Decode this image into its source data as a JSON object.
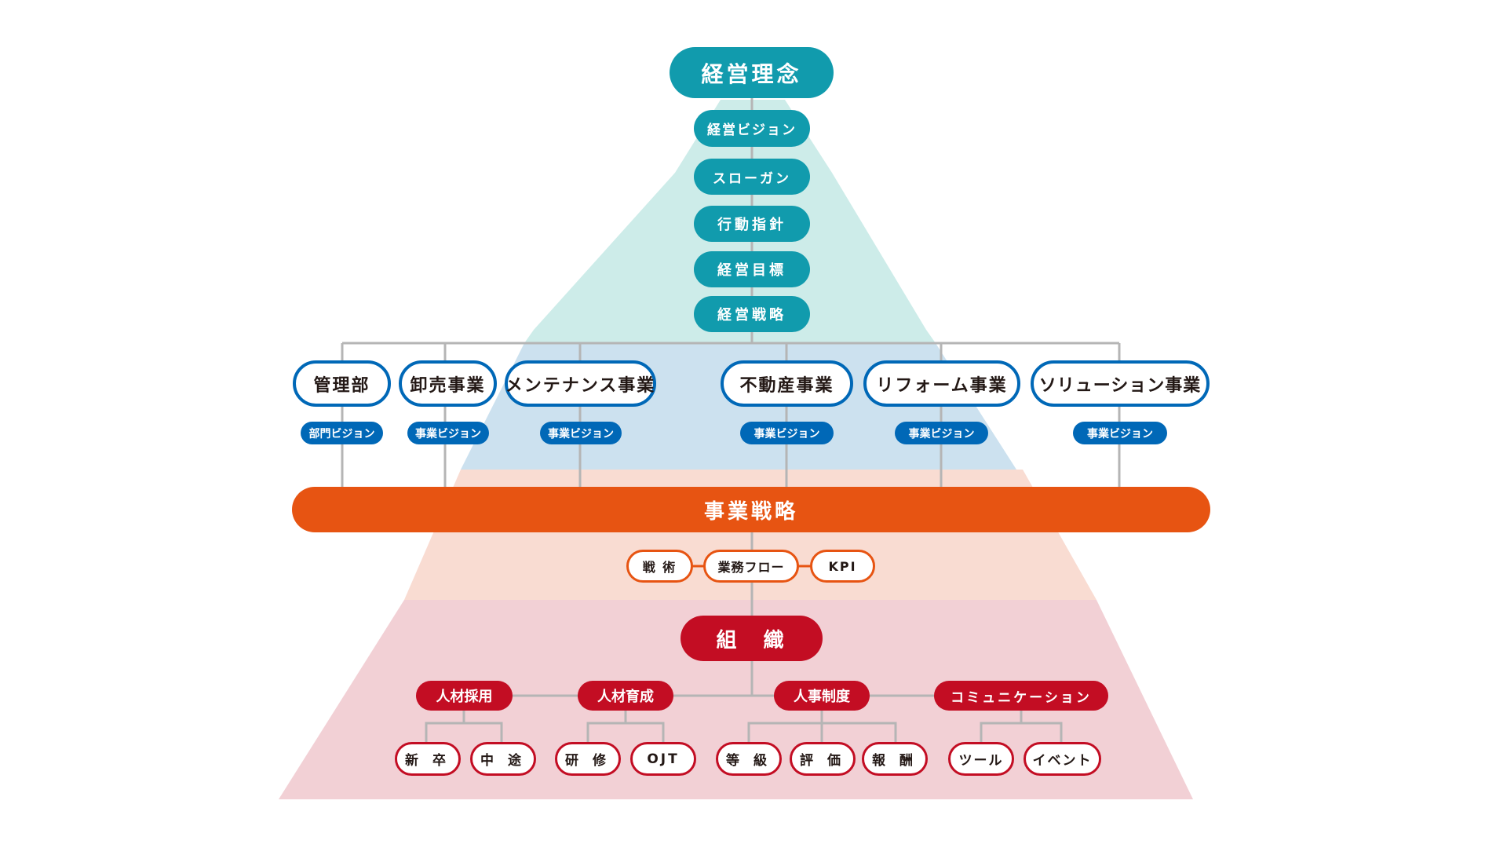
{
  "philosophy": "経営理念",
  "top_items": [
    "経営ビジョン",
    "スローガン",
    "行動指針",
    "経営目標",
    "経営戦略"
  ],
  "departments": [
    {
      "name": "管理部",
      "vision": "部門ビジョン"
    },
    {
      "name": "卸売事業",
      "vision": "事業ビジョン"
    },
    {
      "name": "メンテナンス事業",
      "vision": "事業ビジョン"
    },
    {
      "name": "不動産事業",
      "vision": "事業ビジョン"
    },
    {
      "name": "リフォーム事業",
      "vision": "事業ビジョン"
    },
    {
      "name": "ソリューション事業",
      "vision": "事業ビジョン"
    }
  ],
  "business_strategy": "事業戦略",
  "tactics": [
    "戦 術",
    "業務フロー",
    "KPI"
  ],
  "organization": "組　織",
  "org_groups": [
    {
      "name": "人材採用",
      "children": [
        "新 卒",
        "中 途"
      ]
    },
    {
      "name": "人材育成",
      "children": [
        "研 修",
        "OJT"
      ]
    },
    {
      "name": "人事制度",
      "children": [
        "等 級",
        "評 価",
        "報 酬"
      ]
    },
    {
      "name": "コミュニケーション",
      "children": [
        "ツール",
        "イベント"
      ]
    }
  ],
  "colors": {
    "teal": "#119bad",
    "blue": "#0068b7",
    "orange": "#e75412",
    "red": "#c30d23"
  }
}
